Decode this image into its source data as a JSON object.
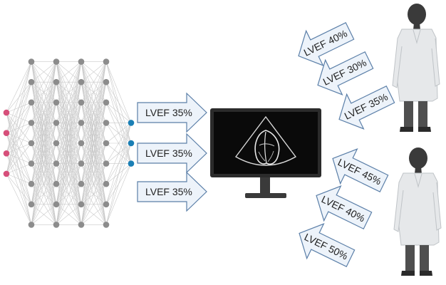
{
  "neural_network": {
    "layers": [
      {
        "role": "input",
        "nodes": 4,
        "color": "#d64f7a"
      },
      {
        "role": "hidden",
        "nodes": 9,
        "color": "#8c8c8c"
      },
      {
        "role": "hidden",
        "nodes": 9,
        "color": "#8c8c8c"
      },
      {
        "role": "hidden",
        "nodes": 9,
        "color": "#8c8c8c"
      },
      {
        "role": "hidden",
        "nodes": 9,
        "color": "#8c8c8c"
      },
      {
        "role": "output",
        "nodes": 3,
        "color": "#1a7fb5"
      }
    ]
  },
  "model_outputs": [
    "LVEF 35%",
    "LVEF 35%",
    "LVEF 35%"
  ],
  "monitor": {
    "image": "echocardiogram-apical-view"
  },
  "clinicians": [
    {
      "readings": [
        "LVEF 40%",
        "LVEF 30%",
        "LVEF 35%"
      ]
    },
    {
      "readings": [
        "LVEF 45%",
        "LVEF 40%",
        "LVEF 50%"
      ]
    }
  ],
  "colors": {
    "arrow_fill": "#edf3fa",
    "arrow_stroke": "#5b7fa8",
    "coat": "#e6e8ea",
    "skin": "#3a3a3a",
    "pants": "#4f4f4f",
    "monitor": "#2b2b2b"
  }
}
